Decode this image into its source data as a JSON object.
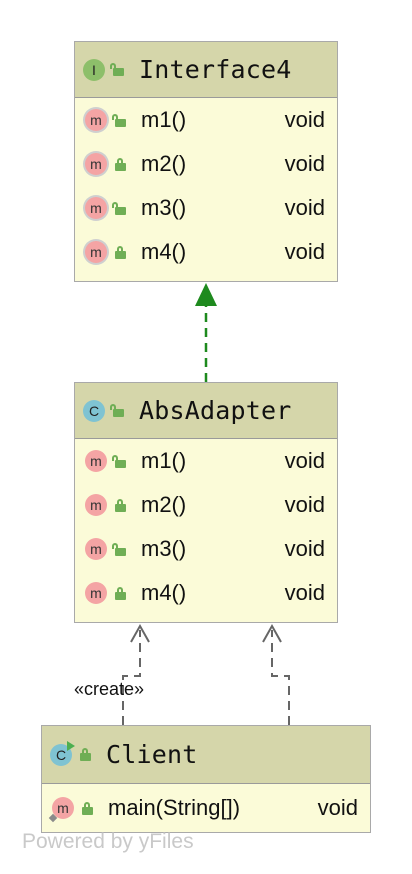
{
  "diagram": {
    "interface": {
      "kind_letter": "I",
      "name": "Interface4",
      "methods": [
        {
          "name": "m1()",
          "type": "void"
        },
        {
          "name": "m2()",
          "type": "void"
        },
        {
          "name": "m3()",
          "type": "void"
        },
        {
          "name": "m4()",
          "type": "void"
        }
      ]
    },
    "adapter": {
      "kind_letter": "C",
      "name": "AbsAdapter",
      "methods": [
        {
          "name": "m1()",
          "type": "void"
        },
        {
          "name": "m2()",
          "type": "void"
        },
        {
          "name": "m3()",
          "type": "void"
        },
        {
          "name": "m4()",
          "type": "void"
        }
      ]
    },
    "client": {
      "kind_letter": "C",
      "name": "Client",
      "methods": [
        {
          "name": "main(String[])",
          "type": "void"
        }
      ]
    },
    "relations": {
      "create_label": "«create»"
    },
    "method_letter": "m",
    "colors": {
      "header_bg": "#d5d6aa",
      "body_bg": "#fbfbd8",
      "border": "#a9a9a9",
      "implements_arrow": "#1e8a1e",
      "dependency_arrow": "#666666",
      "method_icon": "#f4a4a4",
      "interface_icon": "#8dbf6a",
      "class_icon": "#7fc3d2",
      "lock": "#6fae55"
    }
  },
  "watermark": "Powered by yFiles"
}
